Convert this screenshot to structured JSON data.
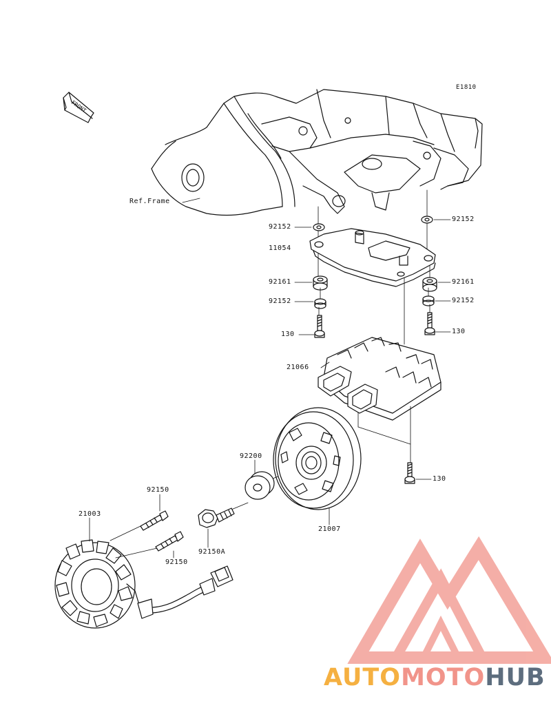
{
  "diagram": {
    "code": "E1810",
    "front_label": "FRONT",
    "ref_frame": "Ref.Frame",
    "parts": {
      "p92152_left": "92152",
      "p92152_right": "92152",
      "p11054": "11054",
      "p92161_left": "92161",
      "p92161_right": "92161",
      "p92152_left2": "92152",
      "p92152_right2": "92152",
      "p130_left": "130",
      "p130_right": "130",
      "p21066": "21066",
      "p92200": "92200",
      "p130_lower": "130",
      "p92150_top": "92150",
      "p21003": "21003",
      "p92150A": "92150A",
      "p21007": "21007",
      "p92150_bottom": "92150"
    }
  },
  "watermark": {
    "word_part1": "AUTO",
    "word_part2": "MOTO",
    "word_part3": "HUB",
    "color_part1": "#f5b041",
    "color_part2": "#f1948a",
    "color_part3": "#5d6d7e",
    "mark_color": "#f1948a"
  }
}
